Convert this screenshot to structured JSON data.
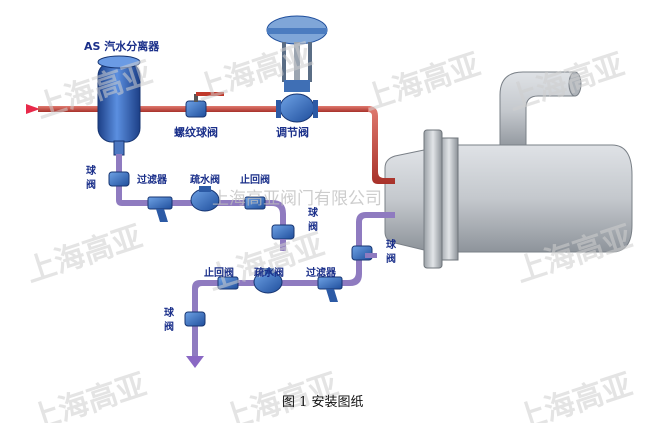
{
  "labels": {
    "separator": "AS 汽水分离器",
    "screw_ball_valve": "螺纹球阀",
    "control_valve": "调节阀",
    "ball_valve_upper_left": "球阀",
    "filter_upper": "过滤器",
    "trap_upper": "疏水阀",
    "check_valve_upper": "止回阀",
    "ball_valve_mid": "球阀",
    "ball_valve_right": "球阀",
    "check_valve_lower": "止回阀",
    "trap_lower": "疏水阀",
    "filter_lower": "过滤器",
    "ball_valve_lower_left": "球阀"
  },
  "watermarks": {
    "brand": "上海高亚",
    "company": "上海高亚阀门有限公司"
  },
  "caption": "图 1  安装图纸",
  "colors": {
    "steam_pipe": "#c8463c",
    "condensate_pipe": "#8f7bc0",
    "equipment": "#b7bcc2",
    "separator": "#2f62b8",
    "label": "#1a2f8a",
    "inlet_arrow": "#e8294a",
    "outlet_arrow": "#8a68c4"
  }
}
